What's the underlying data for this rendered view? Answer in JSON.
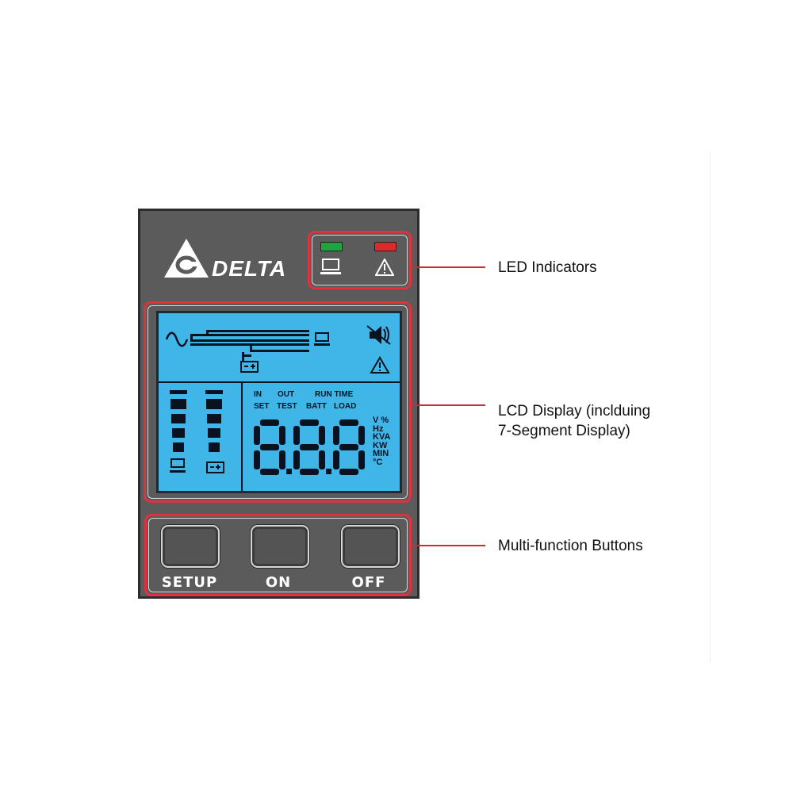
{
  "brand": {
    "name": "DELTA"
  },
  "leds": [
    {
      "name": "load",
      "color": "#1ea63c",
      "icon": "computer-icon"
    },
    {
      "name": "fault",
      "color": "#e2272c",
      "icon": "warning-icon"
    }
  ],
  "lcd": {
    "row1": [
      "IN",
      "OUT",
      "RUN TIME"
    ],
    "row2": [
      "SET",
      "TEST",
      "BATT",
      "LOAD"
    ],
    "digits": "888",
    "units": [
      "V %",
      "Hz",
      "KVA",
      "KW",
      "MIN",
      "°C"
    ],
    "icons": [
      "ac-input-icon",
      "computer-icon",
      "mute-speaker-icon",
      "battery-icon",
      "warning-icon",
      "load-bar-icon",
      "battery-bar-icon"
    ]
  },
  "buttons": [
    {
      "label": "SETUP"
    },
    {
      "label": "ON"
    },
    {
      "label": "OFF"
    }
  ],
  "callouts": {
    "led": "LED Indicators",
    "lcd_line1": "LCD Display (inclduing",
    "lcd_line2": "7-Segment Display)",
    "buttons": "Multi-function Buttons"
  },
  "colors": {
    "panel": "#5b5b5b",
    "lcd": "#40b5e8",
    "highlight": "#e0313f"
  }
}
